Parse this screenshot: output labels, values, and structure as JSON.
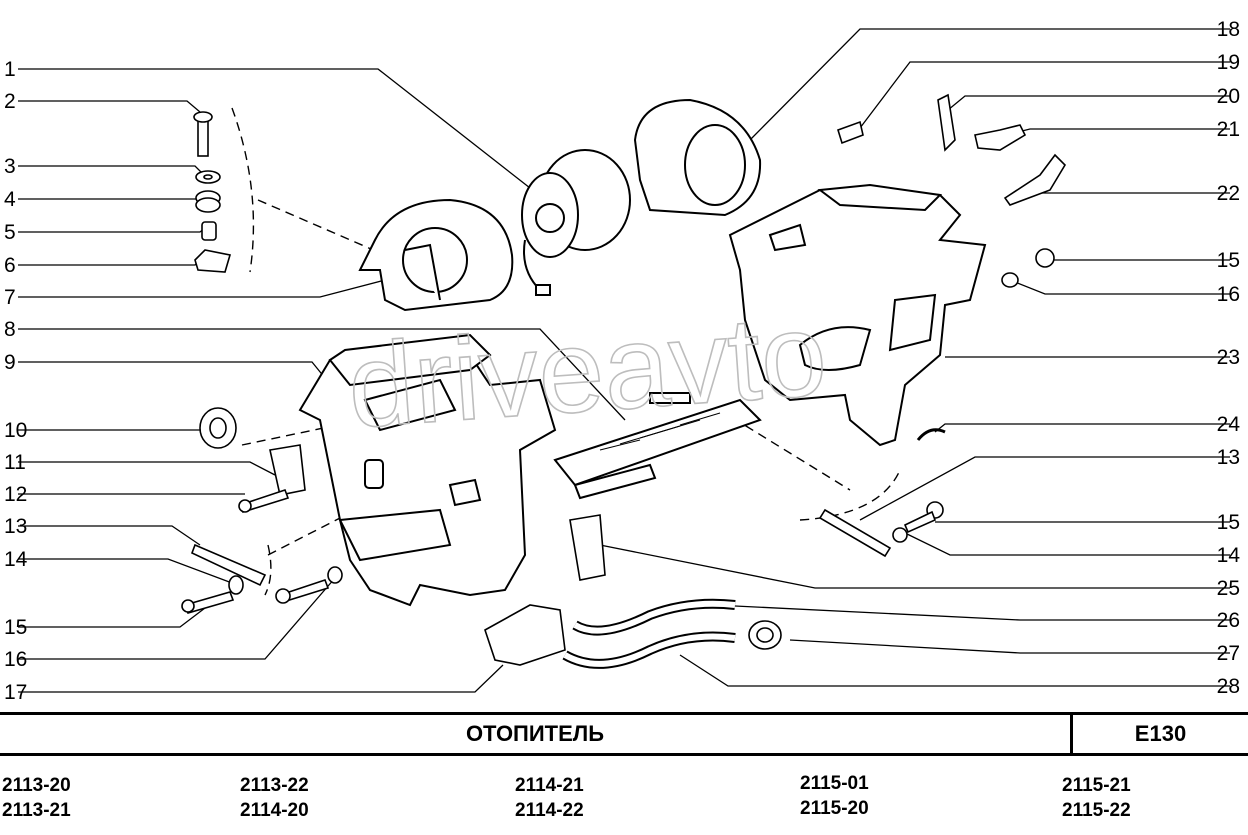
{
  "callouts_left": [
    "1",
    "2",
    "3",
    "4",
    "5",
    "6",
    "7",
    "8",
    "9",
    "10",
    "11",
    "12",
    "13",
    "14",
    "15",
    "16",
    "17"
  ],
  "callouts_right": [
    "18",
    "19",
    "20",
    "21",
    "22",
    "15",
    "16",
    "23",
    "24",
    "13",
    "15",
    "14",
    "25",
    "26",
    "27",
    "28"
  ],
  "watermark": "driveavto",
  "title": "ОТОПИТЕЛЬ",
  "section_code": "E130",
  "models": [
    "2113-20",
    "2113-21",
    "2113-22",
    "2114-20",
    "2114-21",
    "2114-22",
    "2115-01",
    "2115-20",
    "2115-21",
    "2115-22"
  ]
}
